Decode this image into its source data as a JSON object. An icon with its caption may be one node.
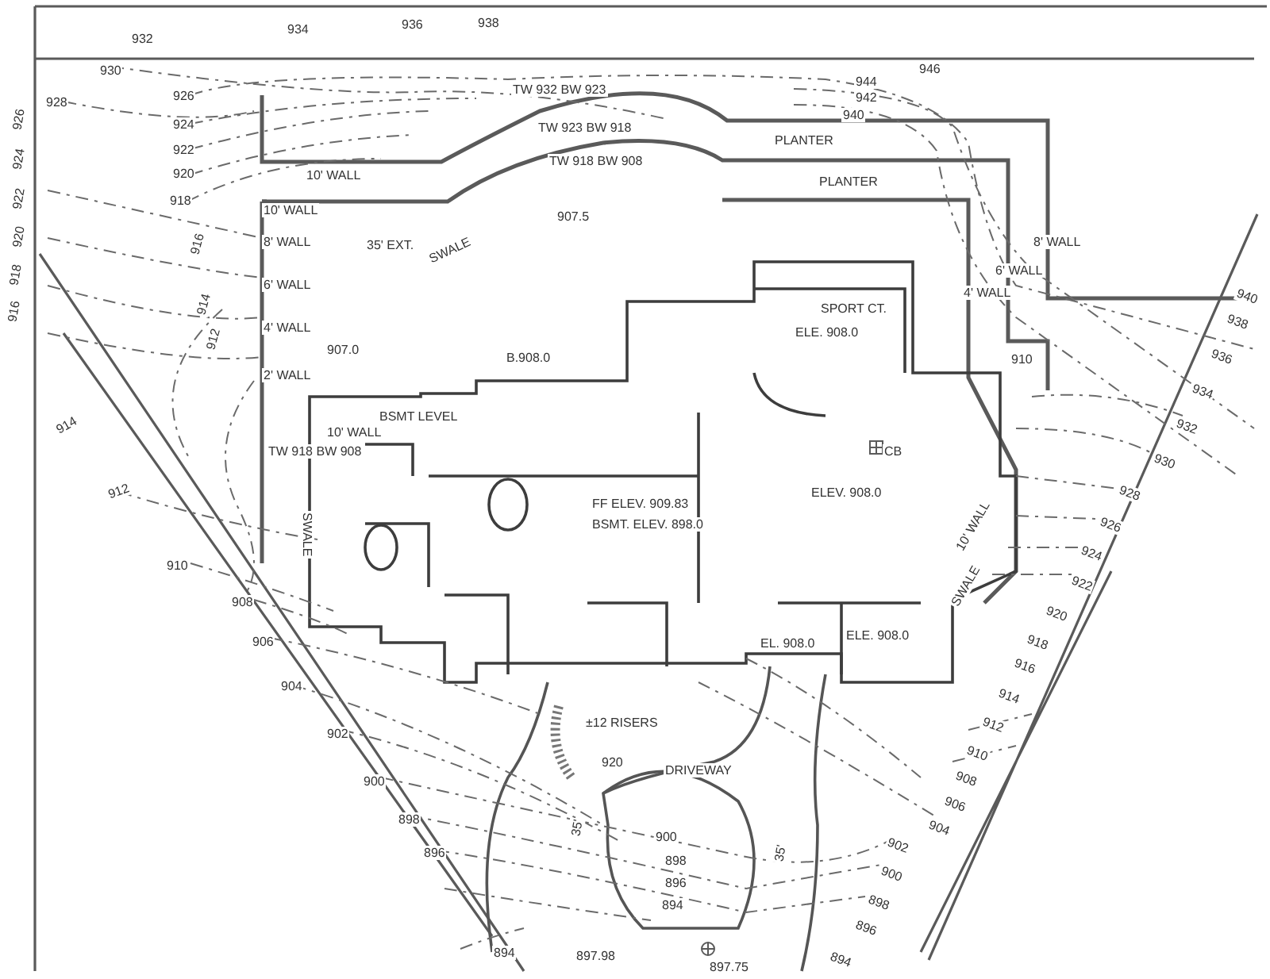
{
  "diagram": {
    "labels": [
      "932",
      "934",
      "936",
      "938",
      "930",
      "946",
      "944",
      "942",
      "940",
      "928",
      "926",
      "TW 932 BW 923",
      "924",
      "TW 923 BW 918",
      "922",
      "TW 918 BW 908",
      "920",
      "10' WALL",
      "PLANTER",
      "918",
      "10' WALL",
      "907.5",
      "PLANTER",
      "8' WALL",
      "35' EXT.",
      "8' WALL",
      "6' WALL",
      "4' WALL",
      "916",
      "SWALE",
      "6' WALL",
      "SPORT CT.",
      "ELE. 908.0",
      "910",
      "914",
      "907.0",
      "4' WALL",
      "B.908.0",
      "912",
      "2' WALL",
      "BSMT LEVEL",
      "10' WALL",
      "TW 918 BW 908",
      "CB",
      "ELEV. 908.0",
      "FF ELEV. 909.83",
      "BSMT. ELEV. 898.0",
      "SWALE",
      "EL. 908.0",
      "ELE. 908.0",
      "10' WALL",
      "SWALE",
      "±12 RISERS",
      "920",
      "DRIVEWAY",
      "35'",
      "35'",
      "900",
      "898",
      "896",
      "894",
      "897.98",
      "897.75",
      "926",
      "924",
      "922",
      "920",
      "918",
      "916",
      "914",
      "912",
      "910",
      "908",
      "906",
      "904",
      "902",
      "900",
      "898",
      "896",
      "894",
      "940",
      "938",
      "936",
      "934",
      "932",
      "930",
      "928",
      "926",
      "924",
      "922",
      "920",
      "918",
      "916",
      "914",
      "912",
      "910",
      "908",
      "906",
      "904",
      "902",
      "900",
      "898",
      "896",
      "894"
    ]
  }
}
